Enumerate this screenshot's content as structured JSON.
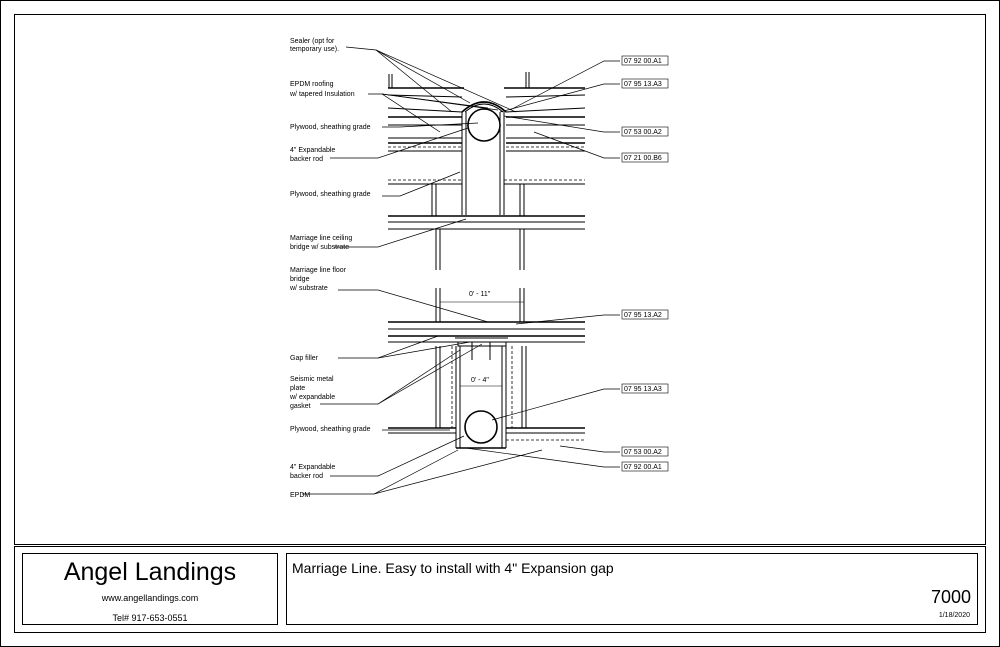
{
  "title_block": {
    "company": "Angel Landings",
    "website": "www.angellandings.com",
    "phone": "Tel# 917-653-0551",
    "description": "Marriage Line. Easy to install with 4\" Expansion gap",
    "sheet_number": "7000",
    "date": "1/18/2020"
  },
  "labels": {
    "sealer_1": "Sealer (opt for",
    "sealer_2": "temporary use).",
    "epdm_roofing_1": "EPDM roofing",
    "epdm_roofing_2": "w/ tapered Insulation",
    "plywood_top": "Plywood, sheathing grade",
    "backer_top_1": "4\" Expandable",
    "backer_top_2": "backer rod",
    "plywood_mid": "Plywood, sheathing grade",
    "ceiling_bridge_1": "Marriage line ceiling",
    "ceiling_bridge_2": "bridge w/ substrate",
    "floor_bridge_1": "Marriage line floor",
    "floor_bridge_2": "bridge",
    "floor_bridge_3": "w/ substrate",
    "gap_filler": "Gap filler",
    "seismic_1": "Seismic metal",
    "seismic_2": "plate",
    "seismic_3": "w/ expandable",
    "seismic_4": "gasket",
    "plywood_bottom": "Plywood, sheathing grade",
    "backer_bottom_1": "4\" Expandable",
    "backer_bottom_2": "backer rod",
    "epdm_bottom": "EPDM"
  },
  "tags": {
    "t1": "07 92 00.A1",
    "t2": "07 95 13.A3",
    "t3": "07 53 00.A2",
    "t4": "07 21 00.B6",
    "t5": "07 95 13.A2",
    "t6": "07 95 13.A3",
    "t7": "07 53 00.A2",
    "t8": "07 92 00.A1"
  },
  "dimensions": {
    "gap_top": "0' - 11\"",
    "gap_bottom": "0' - 4\""
  }
}
